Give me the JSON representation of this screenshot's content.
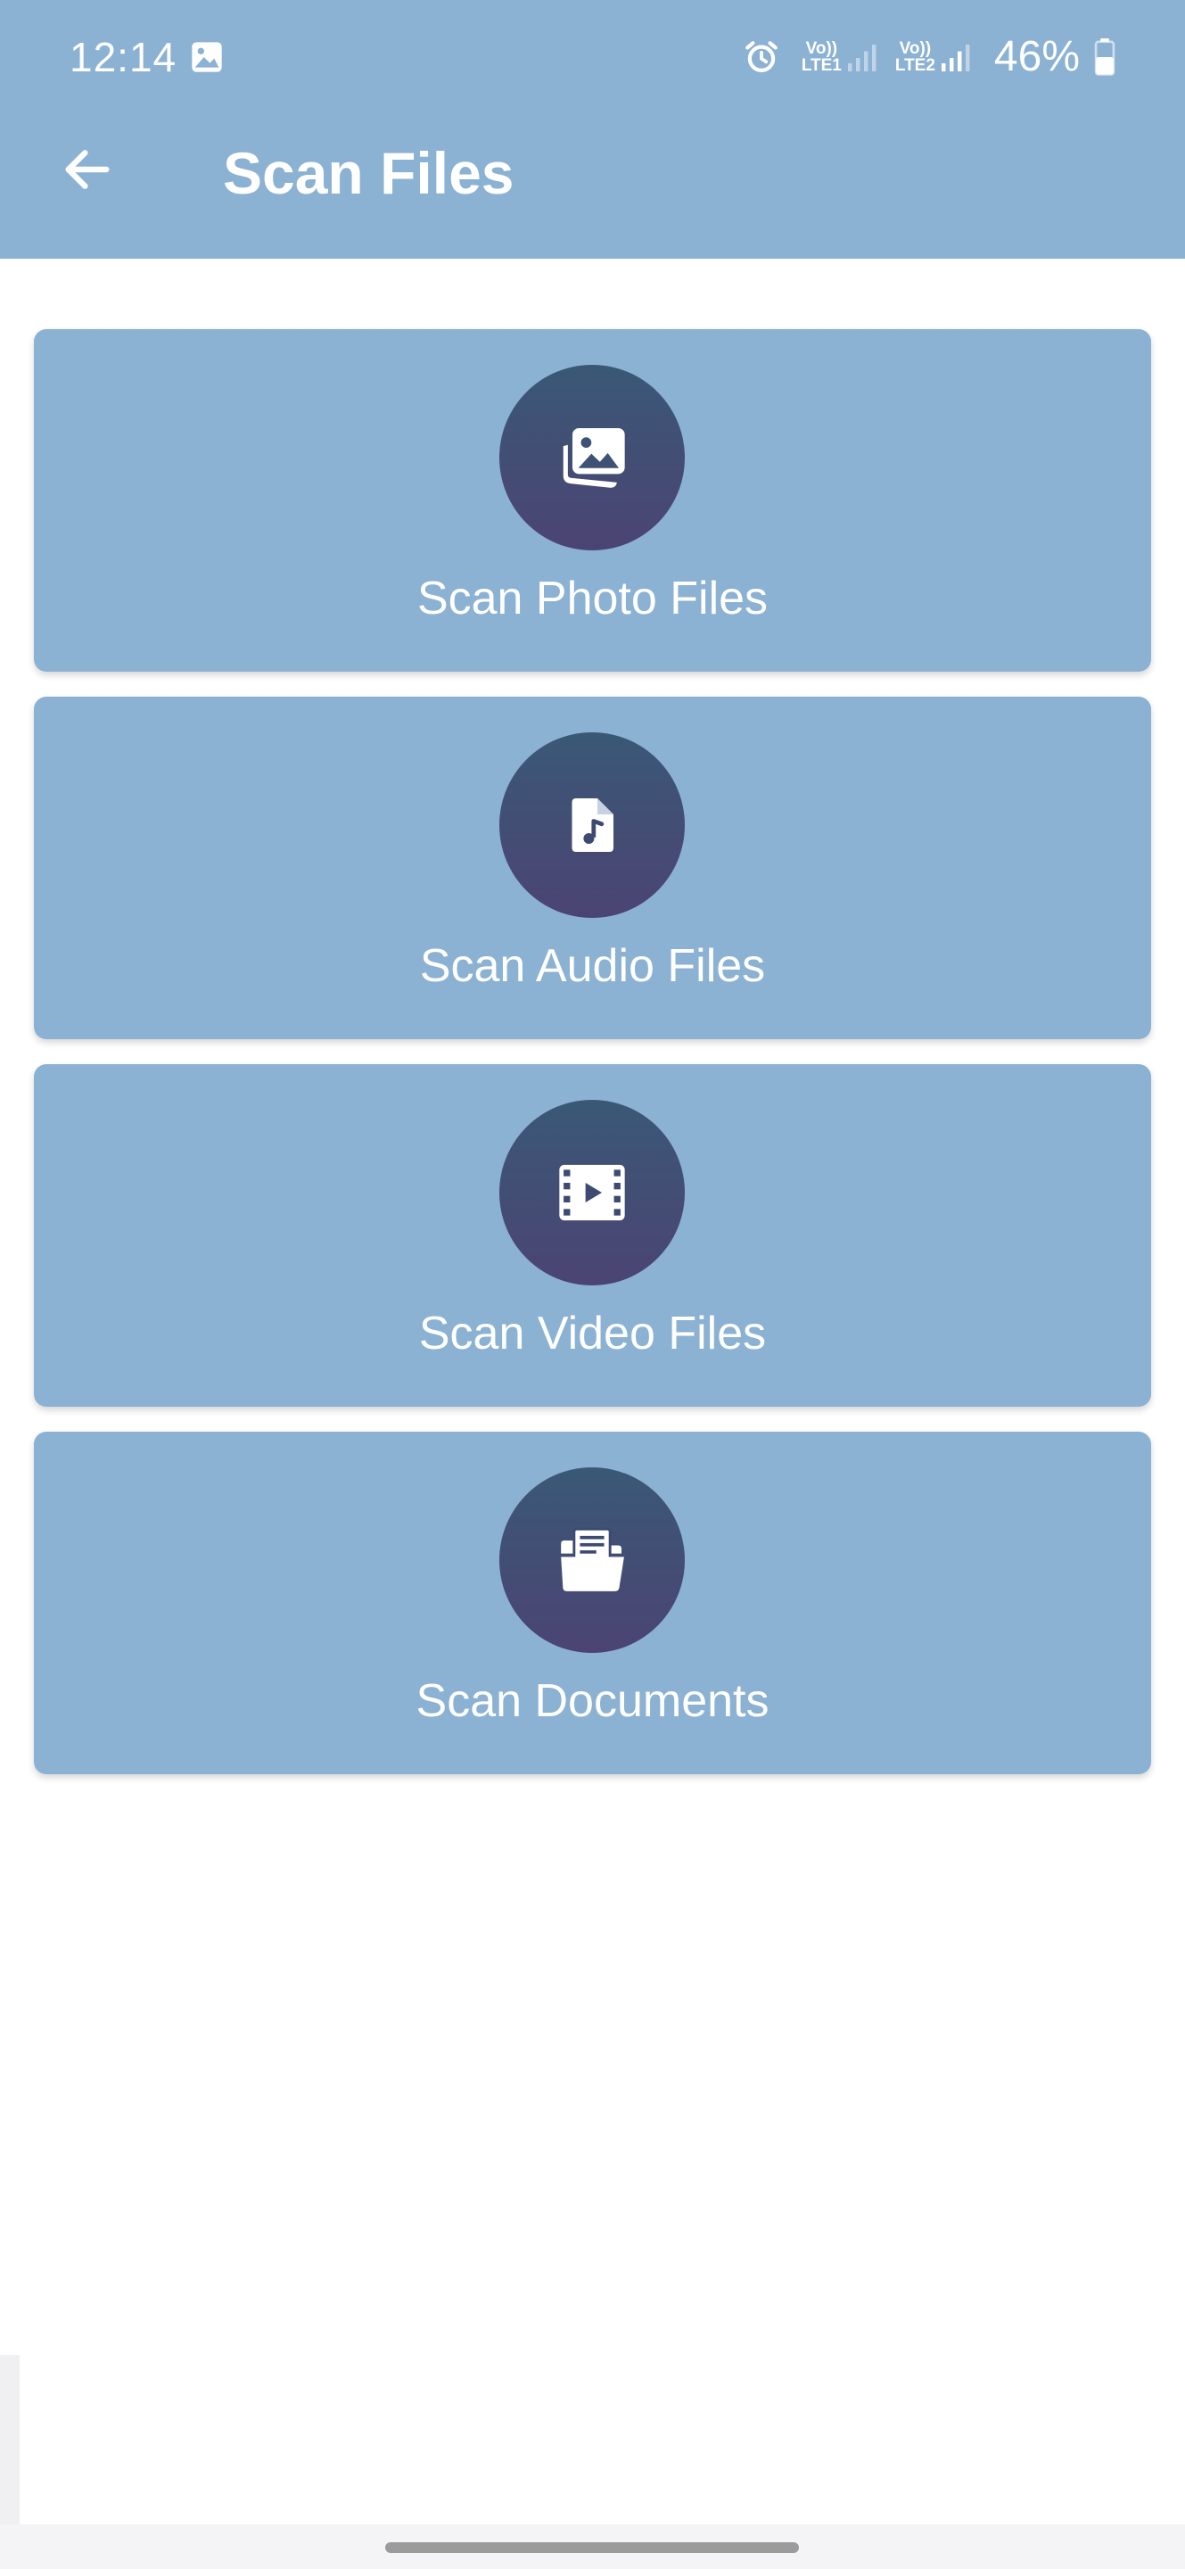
{
  "status_bar": {
    "time": "12:14",
    "sim1_line1": "Vo))",
    "sim1_line2": "LTE1",
    "sim2_line1": "Vo))",
    "sim2_line2": "LTE2",
    "battery": "46%"
  },
  "header": {
    "title": "Scan Files"
  },
  "cards": [
    {
      "label": "Scan Photo Files",
      "icon": "photos-icon"
    },
    {
      "label": "Scan Audio Files",
      "icon": "audio-file-icon"
    },
    {
      "label": "Scan Video Files",
      "icon": "video-film-icon"
    },
    {
      "label": "Scan Documents",
      "icon": "folder-document-icon"
    }
  ],
  "colors": {
    "app_bar": "#8bb1d3",
    "card": "#8bb1d3",
    "circle_top": "#3a5876",
    "circle_bottom": "#4b4473",
    "text": "#ffffff"
  }
}
